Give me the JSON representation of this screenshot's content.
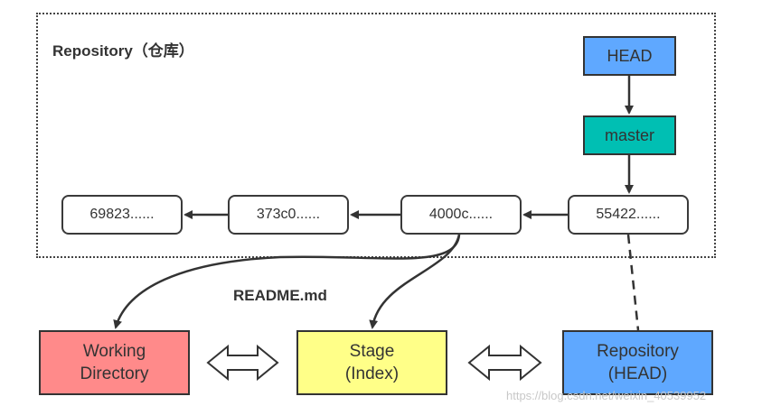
{
  "repository": {
    "title": "Repository（仓库）"
  },
  "refs": {
    "head": "HEAD",
    "master": "master"
  },
  "commits": [
    "55422......",
    "4000c......",
    "373c0......",
    "69823......"
  ],
  "file_label": "README.md",
  "areas": {
    "working_directory": [
      "Working",
      "Directory"
    ],
    "stage": [
      "Stage",
      "(Index)"
    ],
    "repository_head": [
      "Repository",
      "(HEAD)"
    ]
  },
  "watermark": "https://blog.csdn.net/weixin_40539952",
  "colors": {
    "head": "#5fa8ff",
    "master": "#00bfb3",
    "working_directory": "#ff8a8a",
    "stage": "#ffff88",
    "repository_head": "#5fa8ff"
  }
}
